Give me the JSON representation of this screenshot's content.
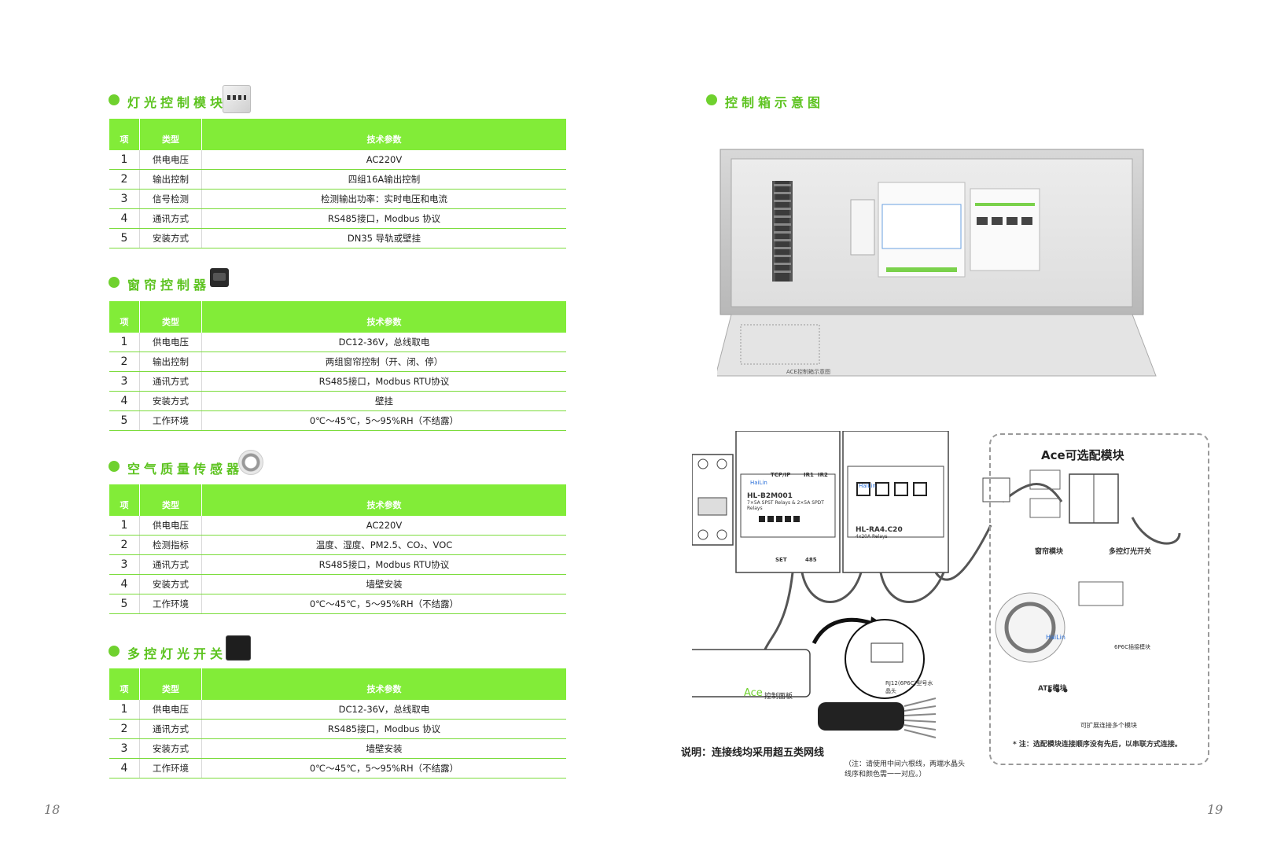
{
  "sections": [
    {
      "title": "灯光控制模块",
      "header": {
        "num": "项",
        "type": "类型",
        "param": "技术参数"
      },
      "rows": [
        {
          "num": "1",
          "type": "供电电压",
          "param": "AC220V"
        },
        {
          "num": "2",
          "type": "输出控制",
          "param": "四组16A输出控制"
        },
        {
          "num": "3",
          "type": "信号检测",
          "param": "检测输出功率：实时电压和电流"
        },
        {
          "num": "4",
          "type": "通讯方式",
          "param": "RS485接口，Modbus 协议"
        },
        {
          "num": "5",
          "type": "安装方式",
          "param": "DN35 导轨或壁挂"
        }
      ]
    },
    {
      "title": "窗帘控制器",
      "header": {
        "num": "项",
        "type": "类型",
        "param": "技术参数"
      },
      "rows": [
        {
          "num": "1",
          "type": "供电电压",
          "param": "DC12-36V，总线取电"
        },
        {
          "num": "2",
          "type": "输出控制",
          "param": "两组窗帘控制（开、闭、停）"
        },
        {
          "num": "3",
          "type": "通讯方式",
          "param": "RS485接口，Modbus RTU协议"
        },
        {
          "num": "4",
          "type": "安装方式",
          "param": "壁挂"
        },
        {
          "num": "5",
          "type": "工作环境",
          "param": "0℃～45℃，5～95%RH（不结露）"
        }
      ]
    },
    {
      "title": "空气质量传感器",
      "header": {
        "num": "项",
        "type": "类型",
        "param": "技术参数"
      },
      "rows": [
        {
          "num": "1",
          "type": "供电电压",
          "param": "AC220V"
        },
        {
          "num": "2",
          "type": "检测指标",
          "param": "温度、湿度、PM2.5、CO₂、VOC"
        },
        {
          "num": "3",
          "type": "通讯方式",
          "param": "RS485接口，Modbus RTU协议"
        },
        {
          "num": "4",
          "type": "安装方式",
          "param": "墙壁安装"
        },
        {
          "num": "5",
          "type": "工作环境",
          "param": "0℃～45℃，5～95%RH（不结露）"
        }
      ]
    },
    {
      "title": "多控灯光开关",
      "header": {
        "num": "项",
        "type": "类型",
        "param": "技术参数"
      },
      "rows": [
        {
          "num": "1",
          "type": "供电电压",
          "param": "DC12-36V，总线取电"
        },
        {
          "num": "2",
          "type": "通讯方式",
          "param": "RS485接口，Modbus 协议"
        },
        {
          "num": "3",
          "type": "安装方式",
          "param": "墙壁安装"
        },
        {
          "num": "4",
          "type": "工作环境",
          "param": "0℃～45℃，5～95%RH（不结露）"
        }
      ]
    }
  ],
  "right": {
    "title": "控制箱示意图",
    "box_label": "ACE控制箱示意图",
    "ace_title": "Ace可选配模块",
    "module1_brand": "HaiLin",
    "module1_model": "HL-B2M001",
    "module1_desc": "7×5A SPST Relays & 2×5A SPDT Relays",
    "module1_port_tcp": "TCP/IP",
    "module1_port_ir1": "IR1",
    "module1_port_ir2": "IR2",
    "module1_set": "SET",
    "module1_485": "485",
    "module2_brand": "HaiLin",
    "module2_model": "HL-RA4.C20",
    "module2_desc": "4x20A Relays",
    "curtain_module": "窗帘模块",
    "multi_switch": "多控灯光开关",
    "ate_module": "ATE模块",
    "sensor_label": "HaiLin",
    "plug_label": "6P6C插接模块",
    "more_modules": "可扩展连接多个模块",
    "order_note": "* 注：选配模块连接顺序没有先后，以串联方式连接。",
    "rj12_label": "RJ12(6P6C)型号水晶头",
    "panel_brand": "Ace",
    "panel_text": "控制面板",
    "cable_note": "说明：连接线均采用超五类网线",
    "cable_sub": "（注：请使用中间六根线，两端水晶头线序和颜色需一一对应。）"
  },
  "page_numbers": {
    "left": "18",
    "right": "19"
  },
  "colors": {
    "accent": "#82ec38",
    "title_green": "#5cc31f"
  }
}
